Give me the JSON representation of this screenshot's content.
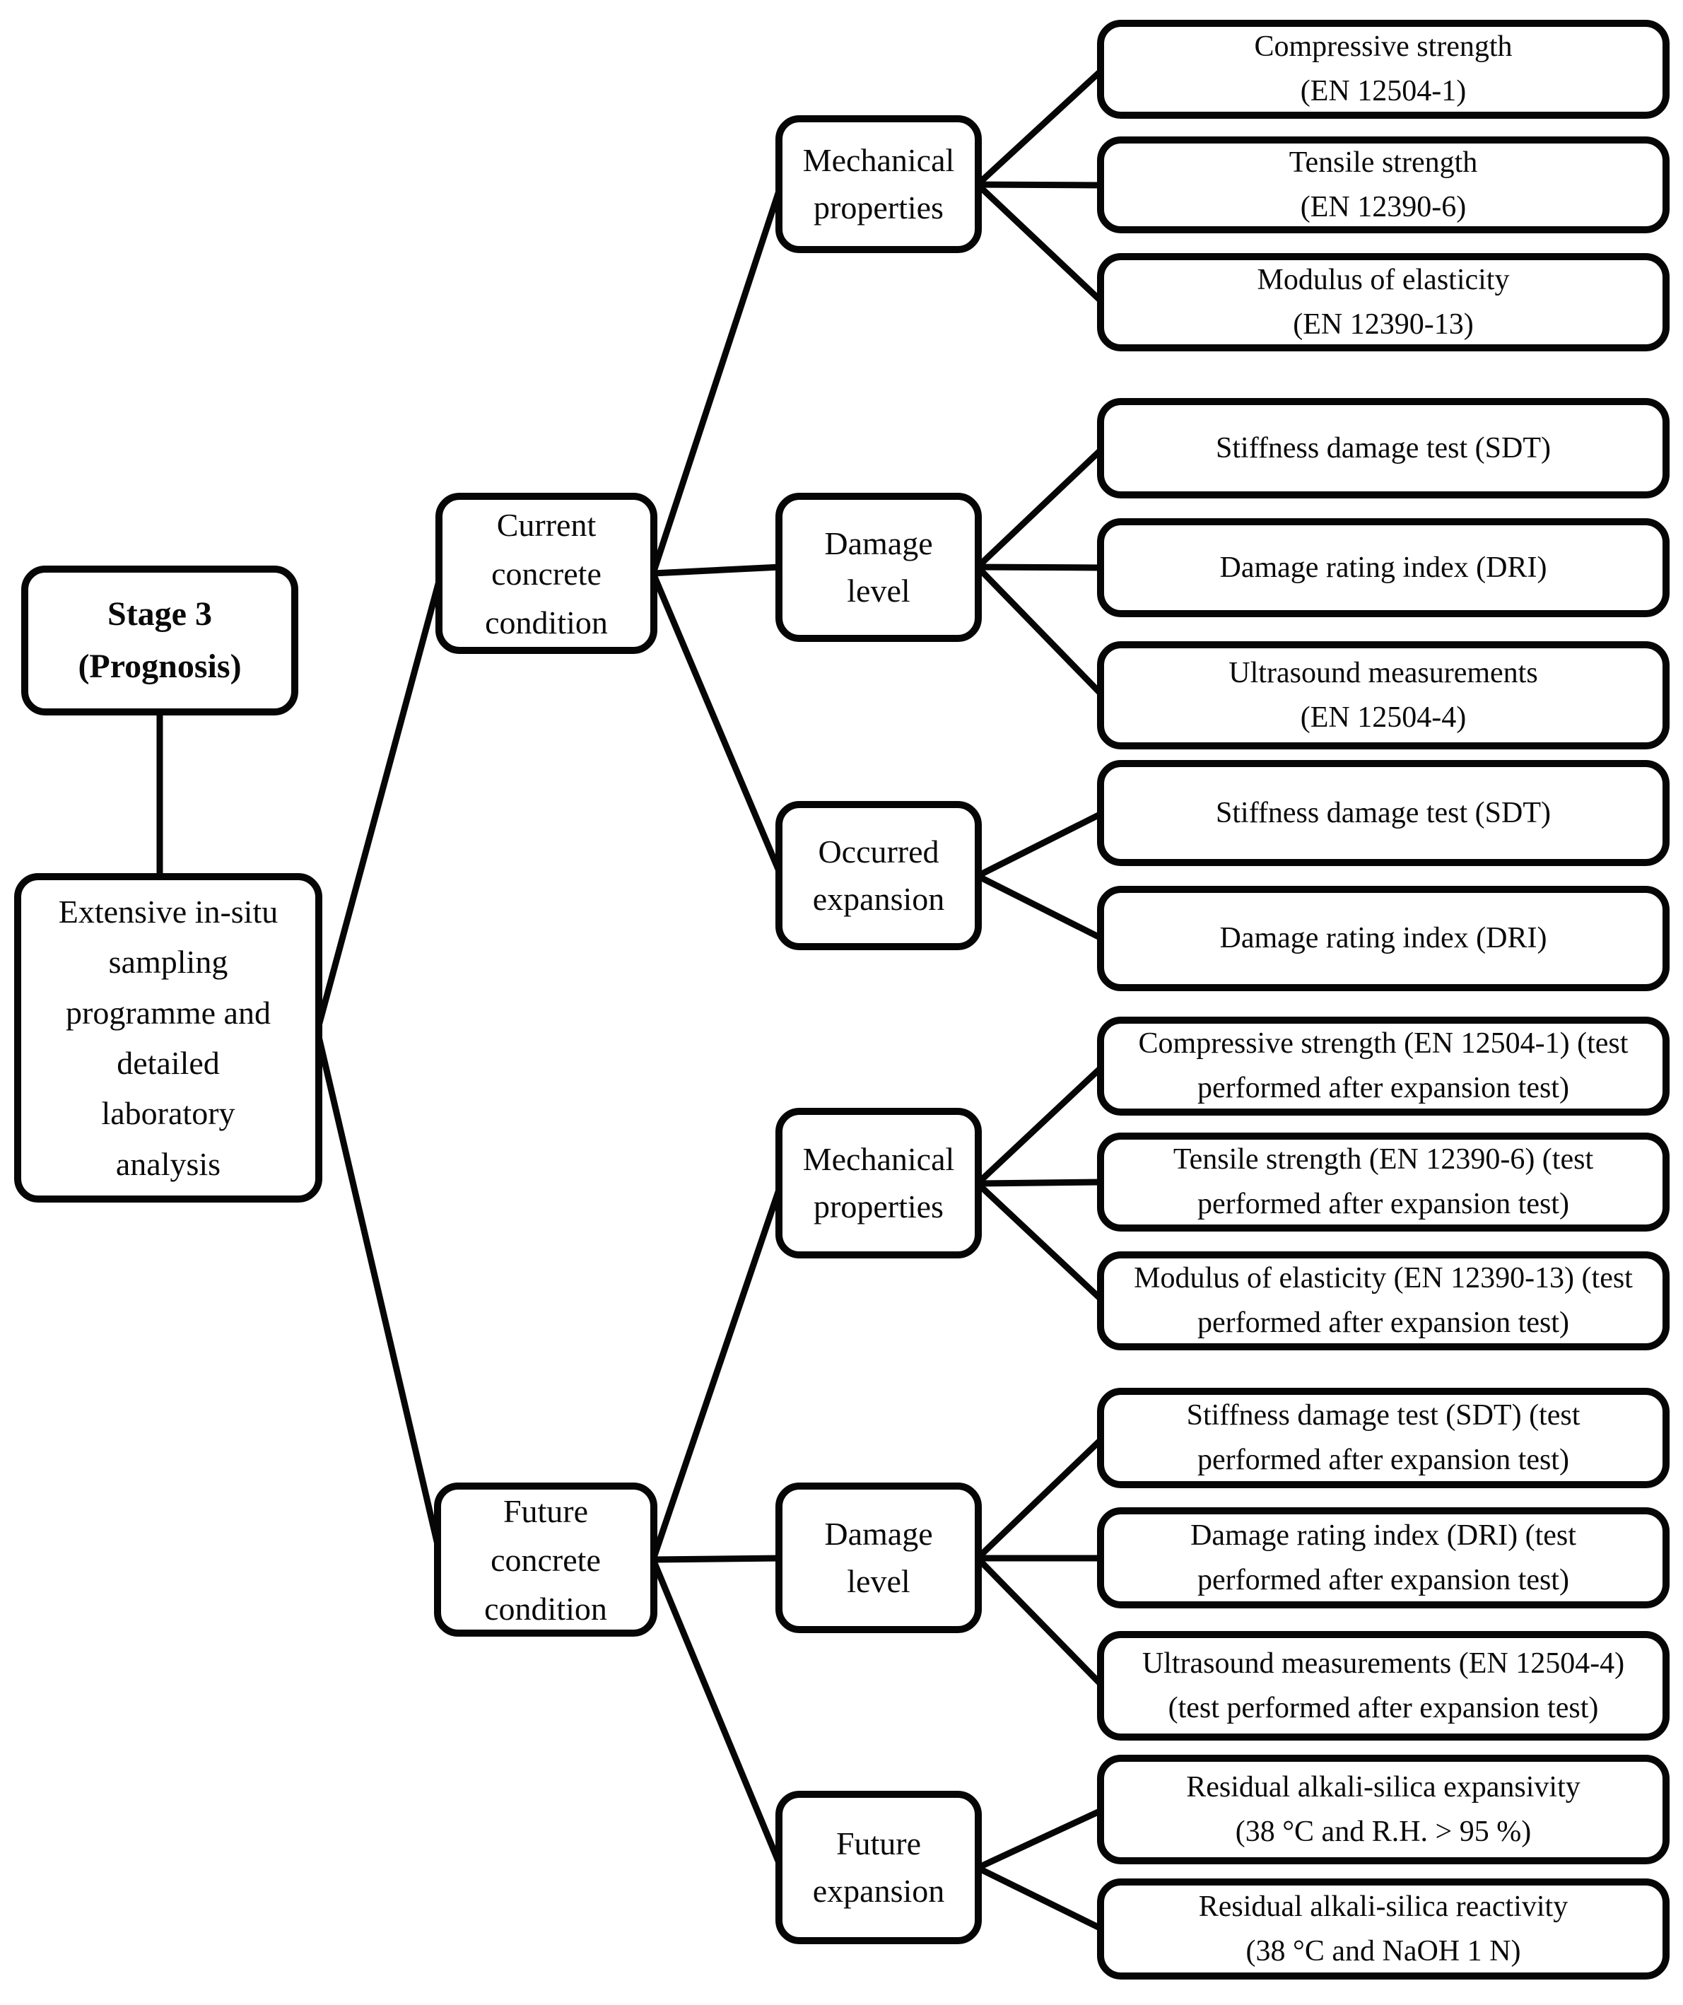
{
  "figure": {
    "stage": {
      "lines": [
        "Stage 3",
        "(Prognosis)"
      ]
    },
    "root": {
      "lines": [
        "Extensive in-situ",
        "sampling",
        "programme and",
        "detailed",
        "laboratory",
        "analysis"
      ]
    },
    "branches": [
      {
        "condition": {
          "lines": [
            "Current",
            "concrete",
            "condition"
          ]
        },
        "categories": [
          {
            "label": {
              "lines": [
                "Mechanical",
                "properties"
              ]
            },
            "tests": [
              {
                "lines": [
                  "Compressive strength",
                  "(EN 12504-1)"
                ]
              },
              {
                "lines": [
                  "Tensile strength",
                  "(EN 12390-6)"
                ]
              },
              {
                "lines": [
                  "Modulus of elasticity",
                  "(EN 12390-13)"
                ]
              }
            ]
          },
          {
            "label": {
              "lines": [
                "Damage",
                "level"
              ]
            },
            "tests": [
              {
                "lines": [
                  "Stiffness damage test (SDT)"
                ]
              },
              {
                "lines": [
                  "Damage rating index (DRI)"
                ]
              },
              {
                "lines": [
                  "Ultrasound measurements",
                  "(EN 12504-4)"
                ]
              }
            ]
          },
          {
            "label": {
              "lines": [
                "Occurred",
                "expansion"
              ]
            },
            "tests": [
              {
                "lines": [
                  "Stiffness damage test (SDT)"
                ]
              },
              {
                "lines": [
                  "Damage rating index (DRI)"
                ]
              }
            ]
          }
        ]
      },
      {
        "condition": {
          "lines": [
            "Future",
            "concrete",
            "condition"
          ]
        },
        "categories": [
          {
            "label": {
              "lines": [
                "Mechanical",
                "properties"
              ]
            },
            "tests": [
              {
                "lines": [
                  "Compressive strength (EN 12504-1) (test",
                  "performed after expansion test)"
                ]
              },
              {
                "lines": [
                  "Tensile strength (EN 12390-6) (test",
                  "performed after expansion test)"
                ]
              },
              {
                "lines": [
                  "Modulus of elasticity (EN 12390-13) (test",
                  "performed after expansion test)"
                ]
              }
            ]
          },
          {
            "label": {
              "lines": [
                "Damage",
                "level"
              ]
            },
            "tests": [
              {
                "lines": [
                  "Stiffness damage test (SDT) (test",
                  "performed after expansion test)"
                ]
              },
              {
                "lines": [
                  "Damage rating index (DRI) (test",
                  "performed after expansion test)"
                ]
              },
              {
                "lines": [
                  "Ultrasound measurements (EN 12504-4)",
                  "(test performed after expansion test)"
                ]
              }
            ]
          },
          {
            "label": {
              "lines": [
                "Future",
                "expansion"
              ]
            },
            "tests": [
              {
                "lines": [
                  "Residual alkali-silica expansivity",
                  "(38 °C and R.H. > 95 %)"
                ]
              },
              {
                "lines": [
                  "Residual alkali-silica reactivity",
                  "(38 °C and NaOH 1 N)"
                ]
              }
            ]
          }
        ]
      }
    ]
  }
}
